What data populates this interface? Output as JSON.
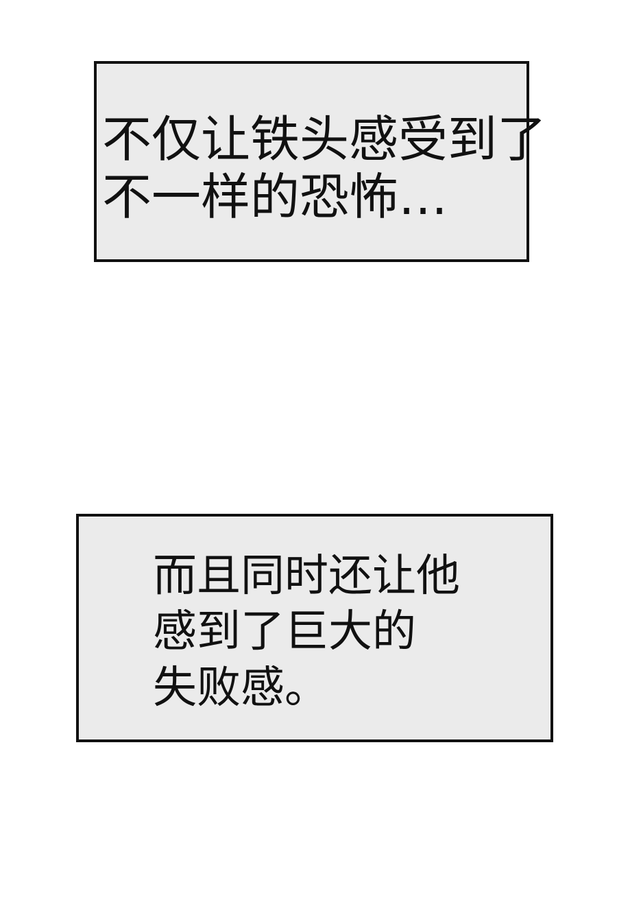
{
  "captions": [
    {
      "lines": [
        "不仅让铁头感受到了",
        "不一样的恐怖…"
      ]
    },
    {
      "lines": [
        "而且同时还让他",
        "感到了巨大的",
        "失败感。"
      ]
    }
  ],
  "colors": {
    "box_fill": "#ebebeb",
    "border": "#111111",
    "background": "#ffffff"
  }
}
